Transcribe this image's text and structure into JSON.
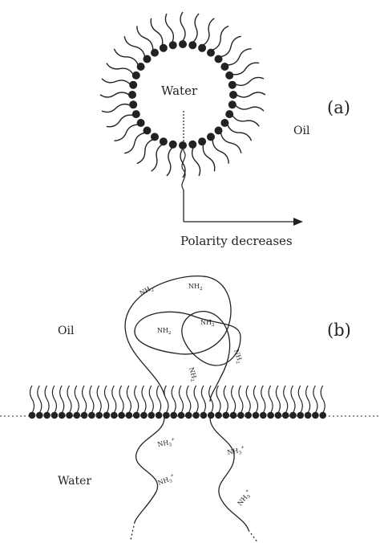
{
  "panel_a": {
    "label": "(a)",
    "inner_medium": "Water",
    "outer_medium": "Oil",
    "arrow_label": "Polarity decreases"
  },
  "panel_b": {
    "label": "(b)",
    "upper_medium": "Oil",
    "lower_medium": "Water",
    "neutral_group": "NH",
    "neutral_subscript": "2",
    "charged_group": "NH",
    "charged_subscript": "3",
    "charge": "+"
  },
  "colors": {
    "ink": "#222222",
    "background": "#ffffff"
  }
}
